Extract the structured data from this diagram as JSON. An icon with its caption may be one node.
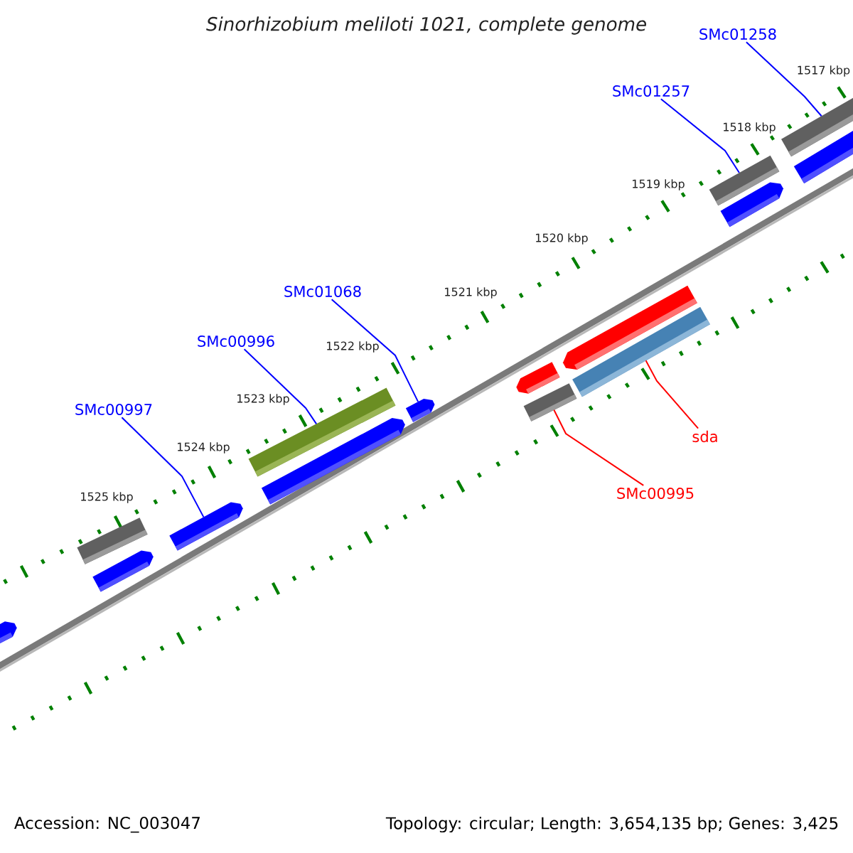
{
  "diagram": {
    "title": "*Sinorhizobium meliloti* 1021, complete genome",
    "nodes": [
      {
        "text": [
          "SMc01258"
        ]
      },
      {
        "text": [
          "SMc01257"
        ]
      },
      {
        "text": [
          "SMc01068"
        ]
      },
      {
        "text": [
          "SMc00996"
        ]
      },
      {
        "text": [
          "sda"
        ]
      },
      {
        "text": [
          "SMc00997"
        ]
      },
      {
        "text": [
          "SMc00995"
        ]
      },
      {
        "text": [],
        "shape": "bar"
      },
      {
        "text": [],
        "shape": "bar"
      },
      {
        "text": [],
        "shape": "bar"
      },
      {
        "text": [],
        "shape": "bar"
      },
      {
        "text": [],
        "shape": "bar"
      },
      {
        "text": [],
        "shape": "bar"
      },
      {
        "text": [],
        "shape": "bar"
      },
      {
        "text": [],
        "shape": "bar"
      },
      {
        "text": [],
        "shape": "bar"
      },
      {
        "text": [],
        "shape": "bar"
      },
      {
        "text": [],
        "shape": "bar"
      },
      {
        "text": [],
        "shape": "bar"
      },
      {
        "text": [],
        "shape": "bar"
      },
      {
        "text": [],
        "shape": "bar"
      },
      {
        "text": [],
        "shape": "bar"
      }
    ],
    "edges": [
      {
        "from": 0,
        "to": 20,
        "arrow": "none"
      },
      {
        "from": 1,
        "to": 18,
        "arrow": "none"
      },
      {
        "from": 2,
        "to": 13,
        "arrow": "none"
      },
      {
        "from": 3,
        "to": 11,
        "arrow": "none"
      },
      {
        "from": 4,
        "to": 17,
        "arrow": "none",
        "color": "#ff0000"
      },
      {
        "from": 5,
        "to": 10,
        "arrow": "none"
      },
      {
        "from": 6,
        "to": 15,
        "arrow": "none",
        "color": "#ff0000"
      }
    ],
    "labels": [
      "1517 kbp",
      "1518 kbp",
      "1519 kbp",
      "1520 kbp",
      "1521 kbp",
      "1522 kbp",
      "1523 kbp",
      "1524 kbp",
      "1525 kbp",
      "Accession: NC_003047",
      "Topology: circular; Length: 3,654,135 bp; Genes: 3,425"
    ]
  }
}
